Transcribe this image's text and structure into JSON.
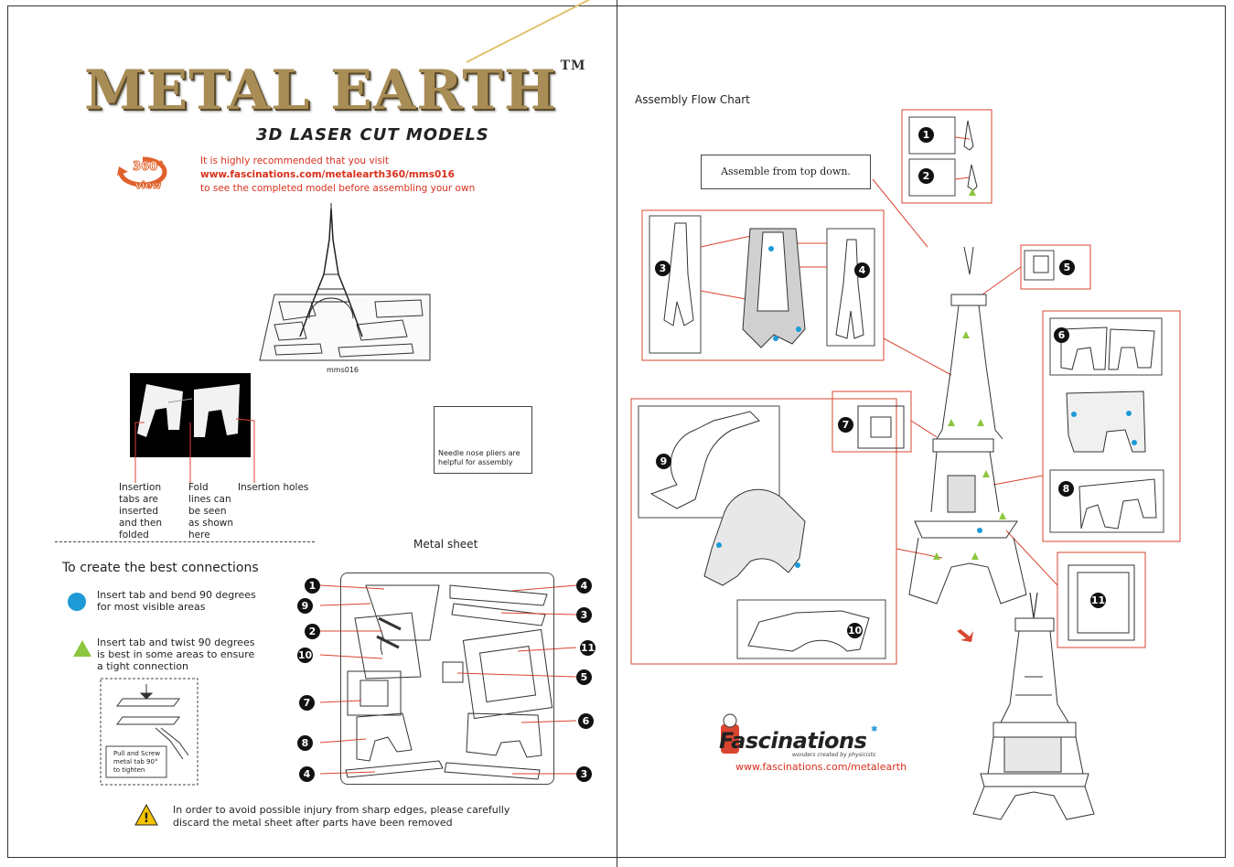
{
  "brand": {
    "logo_text": "METAL EARTH",
    "tm": "TM",
    "subtitle": "3D LASER CUT MODELS"
  },
  "view360": {
    "label_top": "360°",
    "label_bottom": "view"
  },
  "recommend": {
    "line1": "It is highly recommended that you visit",
    "url": "www.fascinations.com/metalearth360/mms016",
    "line3": "to see the completed model before assembling your own"
  },
  "model_code": "mms016",
  "insertion_labels": {
    "tabs": [
      "Insertion",
      "tabs are",
      "inserted",
      "and then",
      "folded"
    ],
    "fold": [
      "Fold",
      "lines can",
      "be seen",
      "as shown",
      "here"
    ],
    "holes": "Insertion holes"
  },
  "pliers_note": "Needle nose pliers are helpful for assembly",
  "connections": {
    "heading": "To create the best connections",
    "blue_text": [
      "Insert tab and bend 90 degrees",
      "for most visible areas"
    ],
    "green_text": [
      "Insert tab and twist 90 degrees",
      "is best in some areas to ensure",
      "a tight connection"
    ],
    "pull_note": [
      "Pull and Screw",
      "metal tab 90°",
      "to tighten"
    ]
  },
  "metal_sheet": {
    "title": "Metal sheet",
    "left_numbers": [
      "1",
      "9",
      "2",
      "10",
      "7",
      "8",
      "4"
    ],
    "right_numbers": [
      "4",
      "3",
      "11",
      "5",
      "6",
      "3"
    ]
  },
  "warning": [
    "In order to avoid possible injury from sharp edges, please carefully",
    "discard the metal sheet after parts have been removed"
  ],
  "flow": {
    "title": "Assembly Flow Chart",
    "note": "Assemble from top down.",
    "step_numbers": [
      "1",
      "2",
      "5",
      "3",
      "4",
      "6",
      "7",
      "8",
      "9",
      "10",
      "11"
    ]
  },
  "footer": {
    "company": "Fascinations",
    "tagline": "wonders created by physicists",
    "url": "www.fascinations.com/metalearth"
  },
  "colors": {
    "accent_red": "#d9452f",
    "blue_dot": "#1e9ad6",
    "green_triangle": "#8cc63f",
    "gold": "#a98d56"
  }
}
